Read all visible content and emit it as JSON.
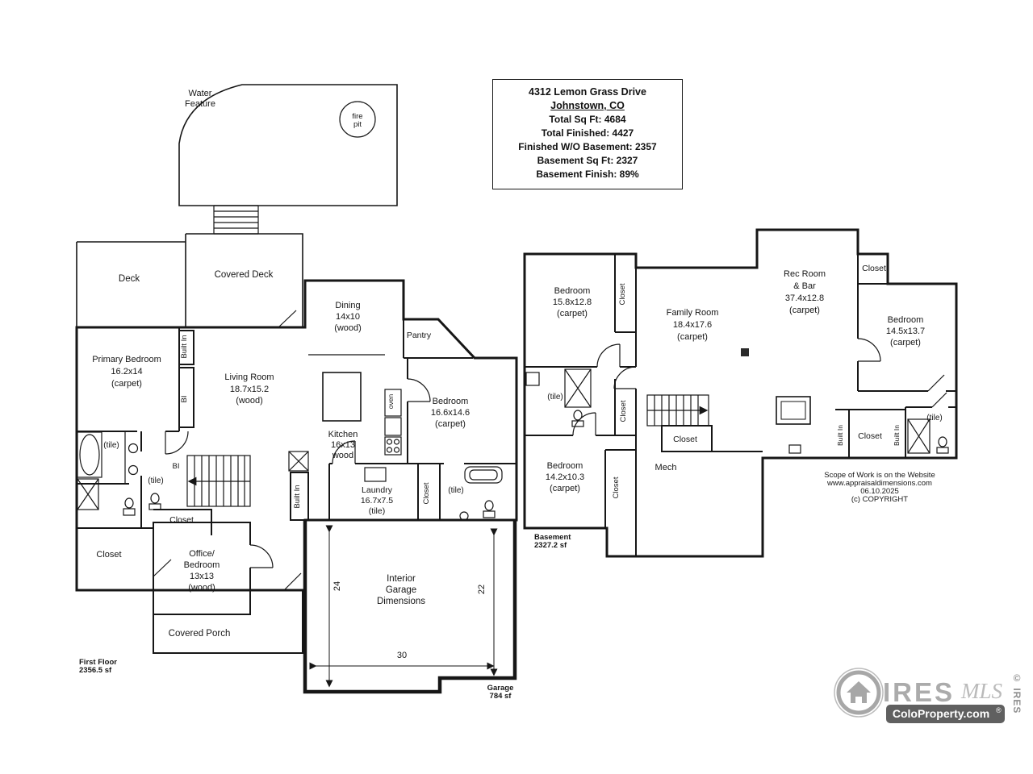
{
  "info_box": {
    "address_line1": "4312 Lemon Grass Drive",
    "address_line2": "Johnstown, CO",
    "stats": [
      "Total Sq Ft:  4684",
      "Total Finished:  4427",
      "Finished W/O Basement:  2357",
      "Basement Sq Ft:  2327",
      "Basement Finish:  89%"
    ]
  },
  "first_floor": {
    "water_feature": [
      "Water",
      "Feature"
    ],
    "fire_pit": [
      "fire",
      "pit"
    ],
    "deck": "Deck",
    "covered_deck": "Covered Deck",
    "dining": [
      "Dining",
      "14x10",
      "(wood)"
    ],
    "pantry": "Pantry",
    "primary_bedroom": [
      "Primary Bedroom",
      "16.2x14",
      "(carpet)"
    ],
    "built_in_top": "Built In",
    "bi_upper": "BI",
    "bi_lower": "BI",
    "living_room": [
      "Living Room",
      "18.7x15.2",
      "(wood)"
    ],
    "kitchen": [
      "Kitchen",
      "16x13",
      "wood"
    ],
    "oven": "oven",
    "bedroom": [
      "Bedroom",
      "16.6x14.6",
      "(carpet)"
    ],
    "tile_bath1": "(tile)",
    "tile_bath2": "(tile)",
    "tile_bath3": "(tile)",
    "closet_hall": "Closet",
    "closet_left": "Closet",
    "closet_bedroom": "Closet",
    "laundry": [
      "Laundry",
      "16.7x7.5",
      "(tile)"
    ],
    "built_in_hall": "Built In",
    "office": [
      "Office/",
      "Bedroom",
      "13x13",
      "(wood)"
    ],
    "covered_porch": "Covered Porch",
    "floor_label": [
      "First Floor",
      "2356.5 sf"
    ],
    "garage": [
      "Interior",
      "Garage",
      "Dimensions"
    ],
    "dim_left": "24",
    "dim_right": "22",
    "dim_bottom": "30",
    "garage_label": [
      "Garage",
      "784 sf"
    ]
  },
  "basement": {
    "bedroom_nw": [
      "Bedroom",
      "15.8x12.8",
      "(carpet)"
    ],
    "closet_nw": "Closet",
    "family_room": [
      "Family Room",
      "18.4x17.6",
      "(carpet)"
    ],
    "rec_room": [
      "Rec Room",
      "& Bar",
      "37.4x12.8",
      "(carpet)"
    ],
    "closet_ne": "Closet",
    "bedroom_e": [
      "Bedroom",
      "14.5x13.7",
      "(carpet)"
    ],
    "tile_w": "(tile)",
    "tile_e": "(tile)",
    "closet_w": "Closet",
    "closet_stairs": "Closet",
    "closet_e": "Closet",
    "built_in_1": "Built In",
    "built_in_2": "Built In",
    "mech": "Mech",
    "bedroom_sw": [
      "Bedroom",
      "14.2x10.3",
      "(carpet)"
    ],
    "closet_sw": "Closet",
    "floor_label": [
      "Basement",
      "2327.2 sf"
    ],
    "scope": [
      "Scope of Work is on the Website",
      "www.appraisaldimensions.com",
      "06.10.2025",
      "(c) COPYRIGHT"
    ]
  },
  "watermark": {
    "brand": "IRES",
    "mls": "MLS",
    "site": "ColoProperty.com",
    "reg": "®",
    "side": "© IRES"
  },
  "colors": {
    "wall": "#161616",
    "logo_gray": "#9e9e9e",
    "logo_box": "#4f4f4f"
  }
}
